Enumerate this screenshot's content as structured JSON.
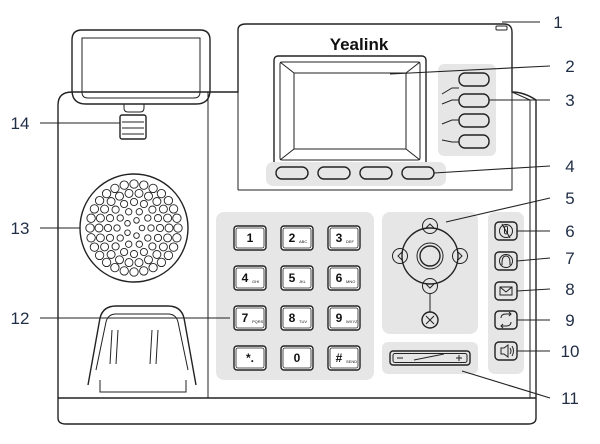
{
  "brand": "Yealink",
  "keypad": [
    {
      "digit": "1",
      "sub": ""
    },
    {
      "digit": "2",
      "sub": "ABC"
    },
    {
      "digit": "3",
      "sub": "DEF"
    },
    {
      "digit": "4",
      "sub": "GHI"
    },
    {
      "digit": "5",
      "sub": "JKL"
    },
    {
      "digit": "6",
      "sub": "MNO"
    },
    {
      "digit": "7",
      "sub": "PQRS"
    },
    {
      "digit": "8",
      "sub": "TUV"
    },
    {
      "digit": "9",
      "sub": "WXYZ"
    },
    {
      "digit": "*.",
      "sub": ""
    },
    {
      "digit": "0",
      "sub": ""
    },
    {
      "digit": "#",
      "sub": "SEND"
    }
  ],
  "callouts": [
    "1",
    "2",
    "3",
    "4",
    "5",
    "6",
    "7",
    "8",
    "9",
    "10",
    "11",
    "12",
    "13",
    "14"
  ],
  "icons": {
    "nav_up": "chevron-up-icon",
    "nav_down": "chevron-down-icon",
    "nav_left": "chevron-left-icon",
    "nav_right": "chevron-right-icon",
    "nav_cancel": "x-icon",
    "mute": "mute-microphone-icon",
    "headset": "headset-icon",
    "message": "envelope-icon",
    "redial": "redial-icon",
    "speaker": "speaker-icon",
    "volume_minus": "minus-icon",
    "volume_plus": "plus-icon"
  }
}
